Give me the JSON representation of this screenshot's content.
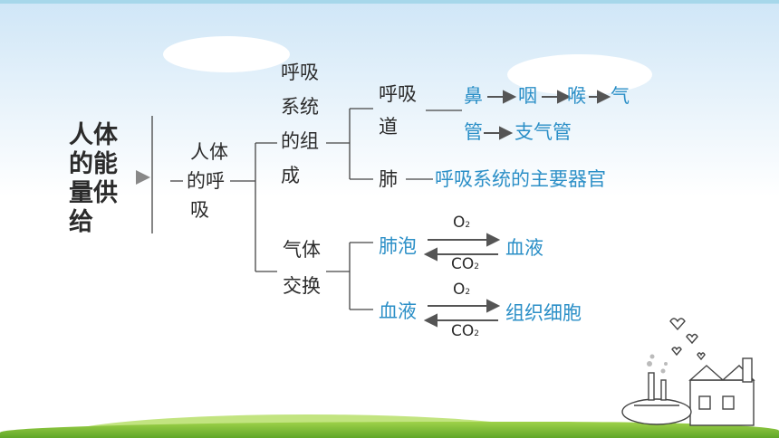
{
  "nodes": {
    "root": [
      "人体",
      "的能",
      "量供",
      "给"
    ],
    "respiration": [
      "人体",
      "的呼",
      "吸"
    ],
    "system": [
      "呼吸",
      "系统",
      "的组",
      "成"
    ],
    "exchange": [
      "气体",
      "交换"
    ],
    "tract": [
      "呼吸",
      "道"
    ],
    "lung": "肺"
  },
  "path": {
    "line1": [
      "鼻",
      "咽",
      "喉",
      "气"
    ],
    "line2": [
      "管",
      "支气管"
    ]
  },
  "lung_desc": "呼吸系统的主要器官",
  "exchanges": [
    {
      "left": "肺泡",
      "right": "血液",
      "top_gas": "O",
      "top_sub": "2",
      "bottom_gas": "CO",
      "bottom_sub": "2"
    },
    {
      "left": "血液",
      "right": "组织细胞",
      "top_gas": "O",
      "top_sub": "2",
      "bottom_gas": "CO",
      "bottom_sub": "2"
    }
  ],
  "colors": {
    "text": "#2b2b2b",
    "accent": "#2b8fc7",
    "arrow": "#555555"
  }
}
